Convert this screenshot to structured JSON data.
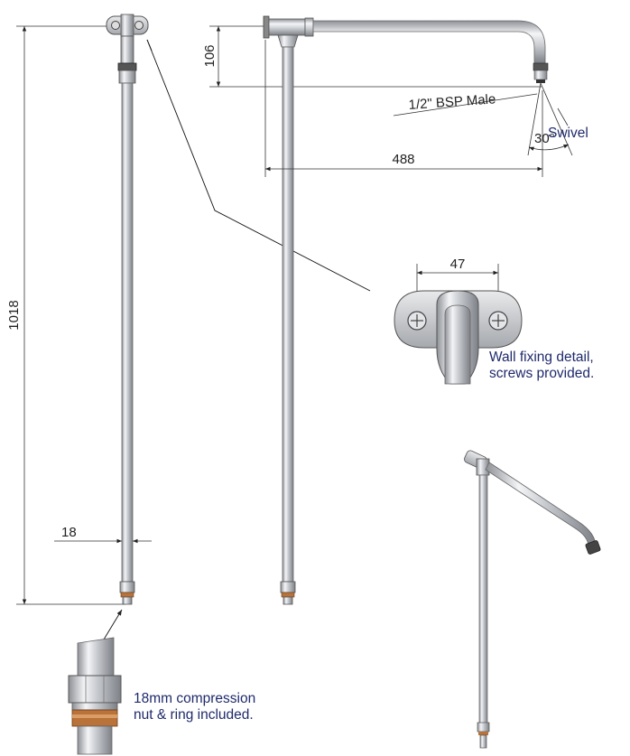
{
  "dimensions": {
    "height_total": "1018",
    "pipe_diameter": "18",
    "tee_height": "106",
    "arm_length": "488",
    "bracket_width": "47",
    "swivel_angle": "30°"
  },
  "labels": {
    "thread": "1/2\" BSP Male",
    "swivel": "Swivel",
    "wall_fixing_line1": "Wall fixing detail,",
    "wall_fixing_line2": "screws provided.",
    "compression_line1": "18mm compression",
    "compression_line2": "nut & ring included."
  },
  "colors": {
    "text_note": "#1f2a6b",
    "dimension_line": "#333333",
    "pipe_chrome": "#c9ccd1",
    "brass_ring": "#b8723a"
  }
}
